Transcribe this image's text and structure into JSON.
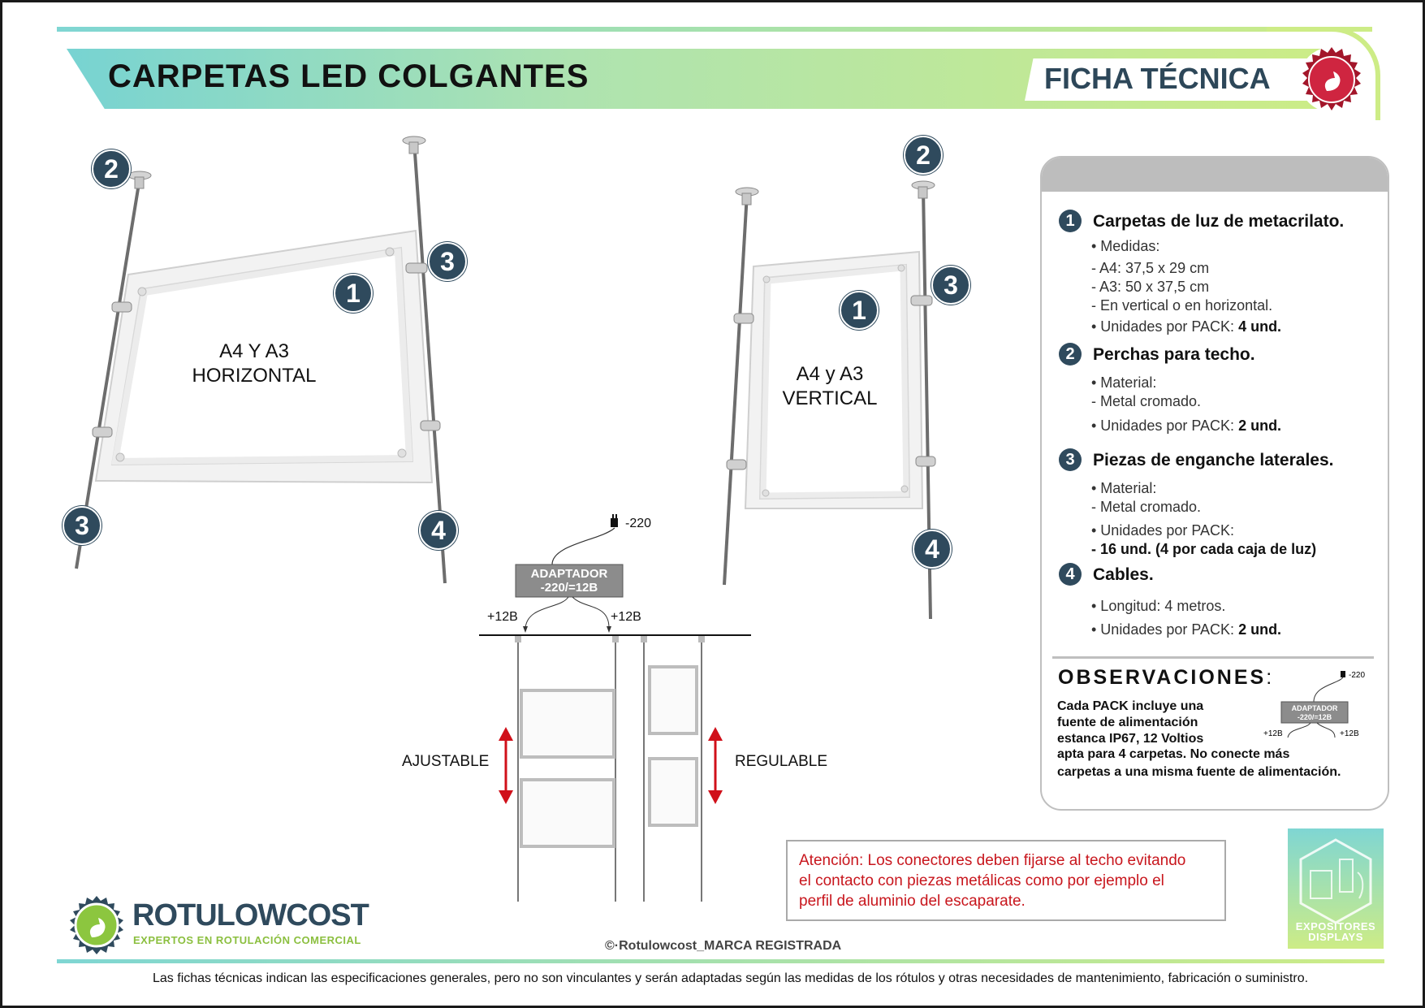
{
  "header": {
    "title": "CARPETAS LED COLGANTES",
    "subtitle": "FICHA TÉCNICA"
  },
  "callouts": [
    "1",
    "2",
    "3",
    "4"
  ],
  "frames": {
    "horizontal": {
      "line1": "A4 Y A3",
      "line2": "HORIZONTAL"
    },
    "vertical": {
      "line1": "A4 y A3",
      "line2": "VERTICAL"
    }
  },
  "diagram": {
    "plug_label": "-220",
    "adapter_line1": "ADAPTADOR",
    "adapter_line2": "-220/=12B",
    "out_left": "+12B",
    "out_right": "+12B",
    "left_label": "AJUSTABLE",
    "right_label": "REGULABLE"
  },
  "specs": [
    {
      "num": "1",
      "title": "Carpetas de luz de metacrilato.",
      "lines": [
        "• Medidas:",
        "- A4: 37,5 x 29 cm",
        "- A3: 50 x 37,5 cm",
        "- En vertical o en horizontal."
      ],
      "pack_label": "• Unidades por PACK: ",
      "pack_value": "4 und."
    },
    {
      "num": "2",
      "title": "Perchas para techo.",
      "lines": [
        "• Material:",
        "- Metal cromado."
      ],
      "pack_label": "• Unidades por PACK: ",
      "pack_value": "2 und."
    },
    {
      "num": "3",
      "title": "Piezas de enganche laterales.",
      "lines": [
        "• Material:",
        "- Metal cromado.",
        "• Unidades por PACK:"
      ],
      "pack_label": "",
      "pack_value": "- 16 und. (4 por cada caja de luz)"
    },
    {
      "num": "4",
      "title": "Cables.",
      "lines": [
        "• Longitud: 4 metros."
      ],
      "pack_label": "• Unidades por PACK: ",
      "pack_value": "2 und."
    }
  ],
  "observaciones": {
    "title": "OBSERVACIONES",
    "colon": ":",
    "text_lines": [
      "Cada PACK incluye una",
      "fuente de alimentación",
      "estanca IP67, 12 Voltios",
      "apta para 4 carpetas. No conecte más",
      "carpetas a una misma fuente de alimentación."
    ],
    "mini_plug": "-220",
    "mini_adapter_1": "ADAPTADOR",
    "mini_adapter_2": "-220/=12B",
    "mini_out_left": "+12B",
    "mini_out_right": "+12B"
  },
  "attention": {
    "lines": [
      "Atención: Los conectores deben fijarse al techo evitando",
      "el contacto con piezas metálicas como por ejemplo el",
      "perfil de aluminio del escaparate."
    ]
  },
  "logo": {
    "name": "ROTULOWCOST",
    "tagline": "EXPERTOS EN ROTULACIÓN COMERCIAL"
  },
  "badge": {
    "line1": "EXPOSITORES",
    "line2": "DISPLAYS"
  },
  "copyright": "©·Rotulowcost_MARCA REGISTRADA",
  "footer_note": "Las fichas técnicas indican las especificaciones generales, pero no son vinculantes y serán adaptadas según las medidas de los rótulos y otras necesidades de mantenimiento, fabricación o suministro.",
  "colors": {
    "brand_dark": "#2f4a5d",
    "accent_teal": "#77d3d2",
    "accent_lime": "#ccec86",
    "warning_red": "#c8161d",
    "arrow_red": "#d0101a"
  },
  "icons": [
    "plug-icon",
    "rotulowcost-seal-icon",
    "expositores-badge-icon"
  ]
}
